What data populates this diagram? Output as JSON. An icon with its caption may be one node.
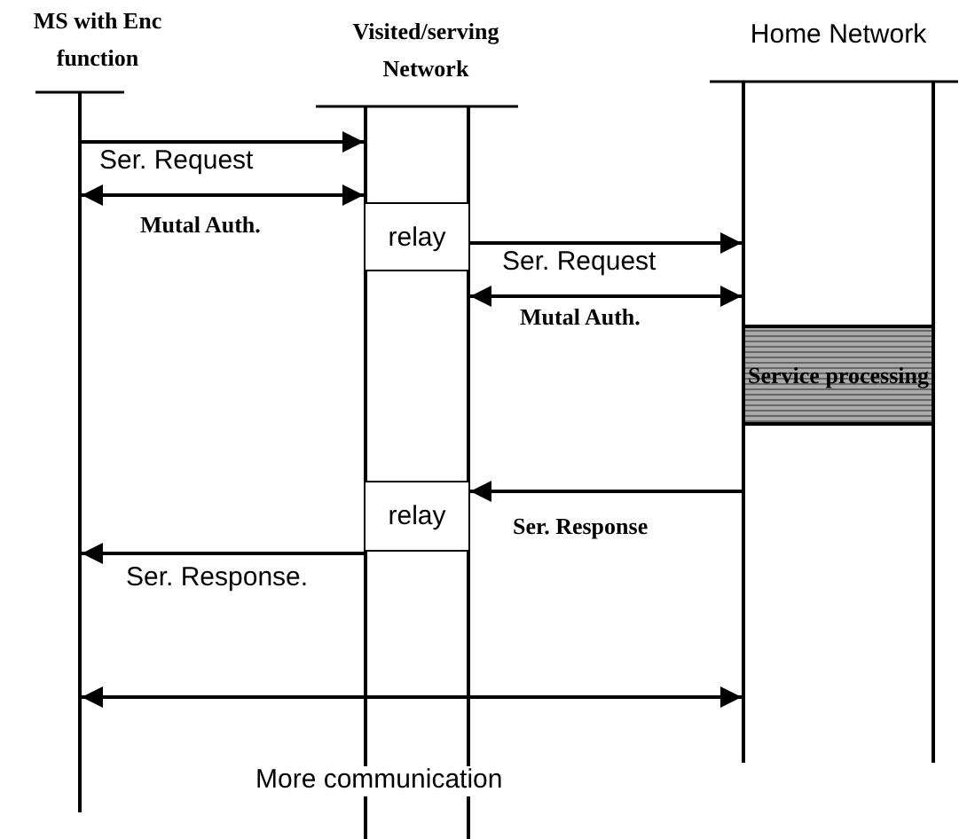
{
  "diagram": {
    "nodes": [
      {
        "text": [
          "MS with Enc function"
        ]
      },
      {
        "text": [
          "Visited/serving Network"
        ]
      },
      {
        "text": [
          "Home Network"
        ]
      },
      {
        "text": [
          "relay"
        ],
        "in": 1
      },
      {
        "text": [
          "Service processing"
        ],
        "in": 2
      },
      {
        "text": [
          "relay"
        ],
        "in": 1
      }
    ],
    "edges": [
      {
        "from": 0,
        "to": 1,
        "arrow": "to",
        "label": "Ser. Request"
      },
      {
        "from": 0,
        "to": 1,
        "arrow": "both",
        "label": "Mutal Auth."
      },
      {
        "from": 3,
        "to": 2,
        "arrow": "to",
        "label": "Ser. Request"
      },
      {
        "from": 1,
        "to": 2,
        "arrow": "both",
        "label": "Mutal Auth."
      },
      {
        "from": 2,
        "to": 5,
        "arrow": "to",
        "label": "Ser. Response"
      },
      {
        "from": 5,
        "to": 0,
        "arrow": "to",
        "label": "Ser. Response."
      },
      {
        "from": 0,
        "to": 2,
        "arrow": "both",
        "label": "More communication"
      }
    ]
  }
}
